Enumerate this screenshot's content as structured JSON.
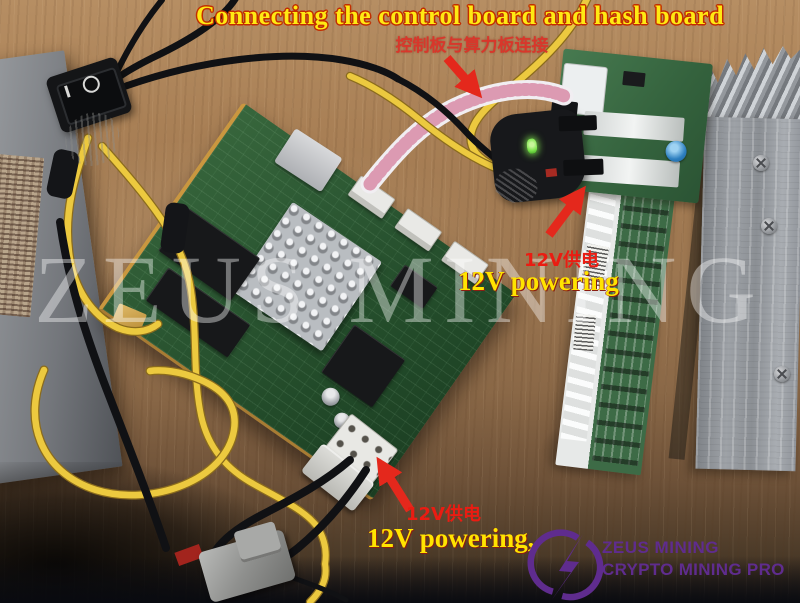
{
  "annotations": {
    "title": "Connecting the control board and hash board",
    "subtitle_zh": "控制板与算力板连接",
    "hashboard_power": {
      "zh": "12V供电",
      "en": "12V powering"
    },
    "controlboard_power": {
      "zh": "12V供电",
      "en": "12V powering,"
    }
  },
  "watermark": {
    "text": "ZEUS MINING"
  },
  "logo": {
    "line1": "ZEUS MINING",
    "line2": "CRYPTO MINING PRO",
    "icon": "lightning-bolt-circle-icon"
  },
  "colors": {
    "title_yellow": "#ffe913",
    "title_outline_red": "#c22e00",
    "annotation_red": "#ea1c12",
    "annotation_yellow": "#ffe400",
    "arrow_red": "#e4281c",
    "logo_purple": "#5f2c8e",
    "pcb_green": "#2e5c35",
    "hash_pcb_green": "#3d6b46",
    "wood_brown": "#a07a50",
    "watermark_white": "rgba(255,255,255,0.40)"
  }
}
